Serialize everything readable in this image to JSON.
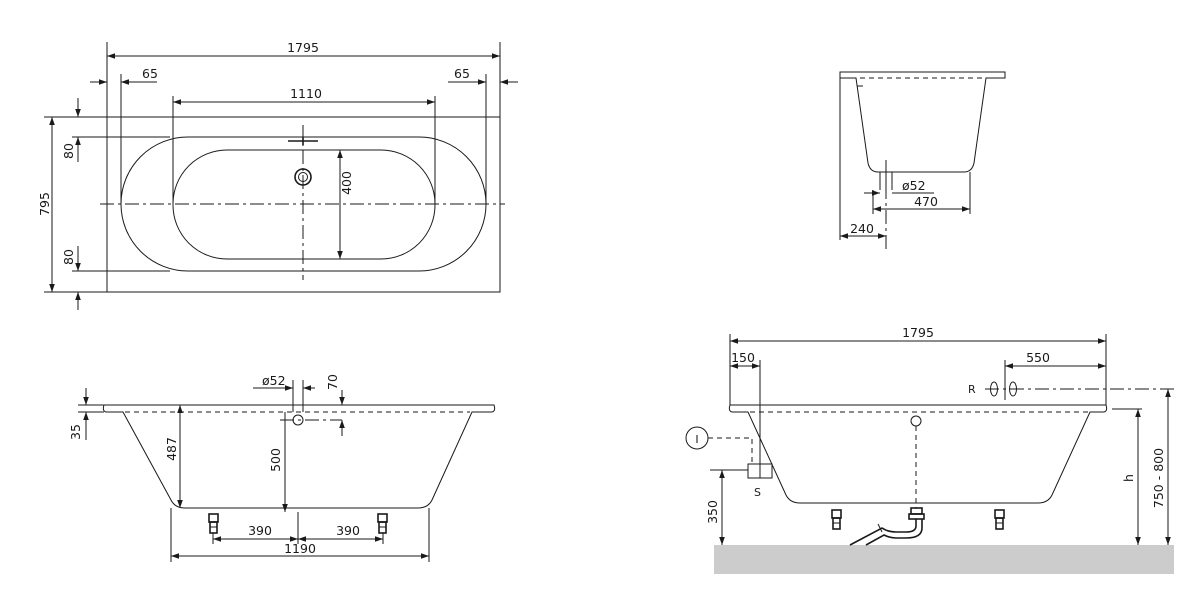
{
  "top_view": {
    "total_length": "1795",
    "margin_left": "65",
    "margin_right": "65",
    "inner_length": "1110",
    "total_width": "795",
    "margin_top": "80",
    "margin_bottom": "80",
    "inner_width": "400"
  },
  "side_section": {
    "drain_diameter": "ø52",
    "drain_offset": "470",
    "wall_offset": "240"
  },
  "front_view": {
    "drain_diameter": "ø52",
    "overflow_offset": "70",
    "rim_height": "35",
    "depth": "487",
    "height": "500",
    "foot_spacing_left": "390",
    "foot_spacing_right": "390",
    "base_length": "1190"
  },
  "installation_view": {
    "total_length": "1795",
    "left_offset": "150",
    "right_offset": "550",
    "label_r": "R",
    "label_s": "S",
    "label_i": "I",
    "floor_height": "350",
    "label_h": "h",
    "rim_range": "750 - 800"
  },
  "colors": {
    "tub_fill": "#e6e6e6",
    "floor_fill": "#cccccc",
    "line": "#1a1a1a"
  }
}
